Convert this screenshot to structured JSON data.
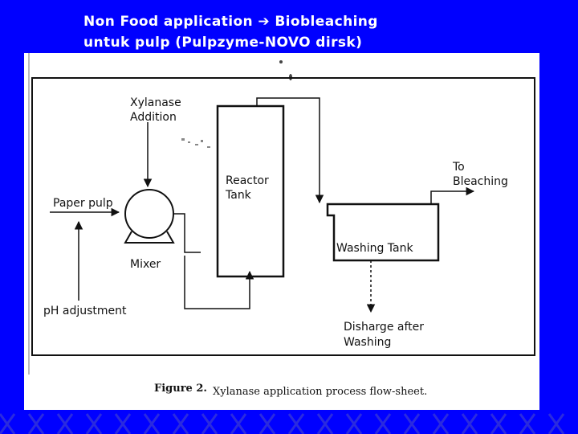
{
  "slide": {
    "title_line1": "Non Food application ➔ Biobleaching",
    "title_line2": "untuk pulp (Pulpzyme-NOVO dirsk)",
    "background_color": "#0000ff",
    "accent_pattern_color": "#1a1ad6"
  },
  "figure": {
    "labels": {
      "xylanase_line1": "Xylanase",
      "xylanase_line2": "Addition",
      "reactor_line1": "Reactor",
      "reactor_line2": "Tank",
      "to_line1": "To",
      "to_line2": "Bleaching",
      "paper_pulp": "Paper pulp",
      "mixer": "Mixer",
      "washing_tank": "Washing Tank",
      "ph_adjustment": "pH adjustment",
      "discharge_line1": "Disharge after",
      "discharge_line2": "Washing"
    },
    "caption_number": "Figure 2.",
    "caption_text": "Xylanase application process flow-sheet."
  }
}
